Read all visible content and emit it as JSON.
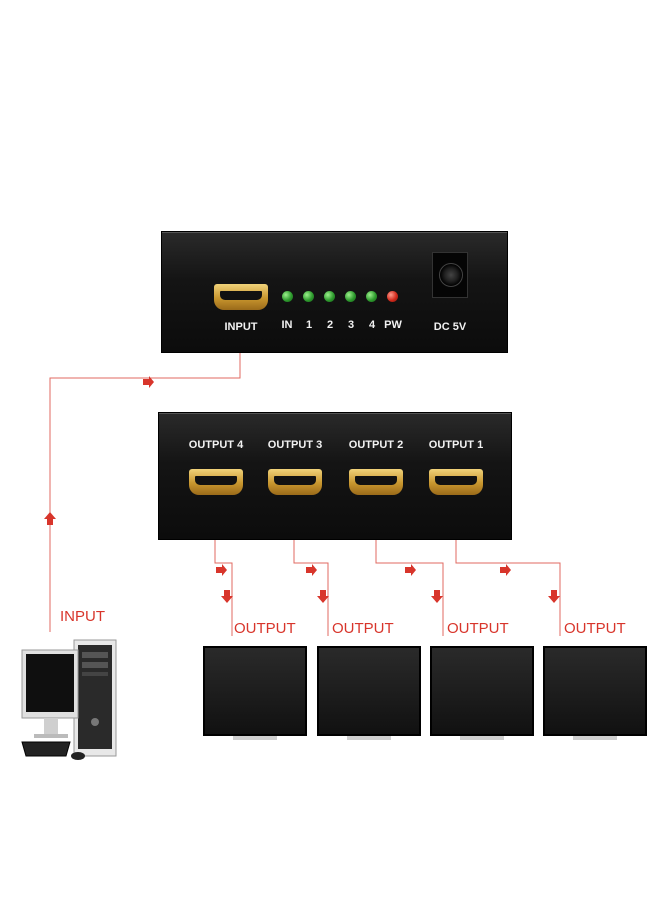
{
  "front_panel": {
    "input_label": "INPUT",
    "leds": [
      {
        "label": "IN",
        "color": "green"
      },
      {
        "label": "1",
        "color": "green"
      },
      {
        "label": "2",
        "color": "green"
      },
      {
        "label": "3",
        "color": "green"
      },
      {
        "label": "4",
        "color": "green"
      },
      {
        "label": "PW",
        "color": "red"
      }
    ],
    "power_label": "DC 5V"
  },
  "back_panel": {
    "ports": [
      "OUTPUT 4",
      "OUTPUT 3",
      "OUTPUT 2",
      "OUTPUT 1"
    ]
  },
  "source": {
    "label": "INPUT"
  },
  "displays": [
    {
      "label": "OUTPUT"
    },
    {
      "label": "OUTPUT"
    },
    {
      "label": "OUTPUT"
    },
    {
      "label": "OUTPUT"
    }
  ],
  "colors": {
    "wire": "#d8352b",
    "port_gold": "#c8962e",
    "device_body": "#111111"
  }
}
